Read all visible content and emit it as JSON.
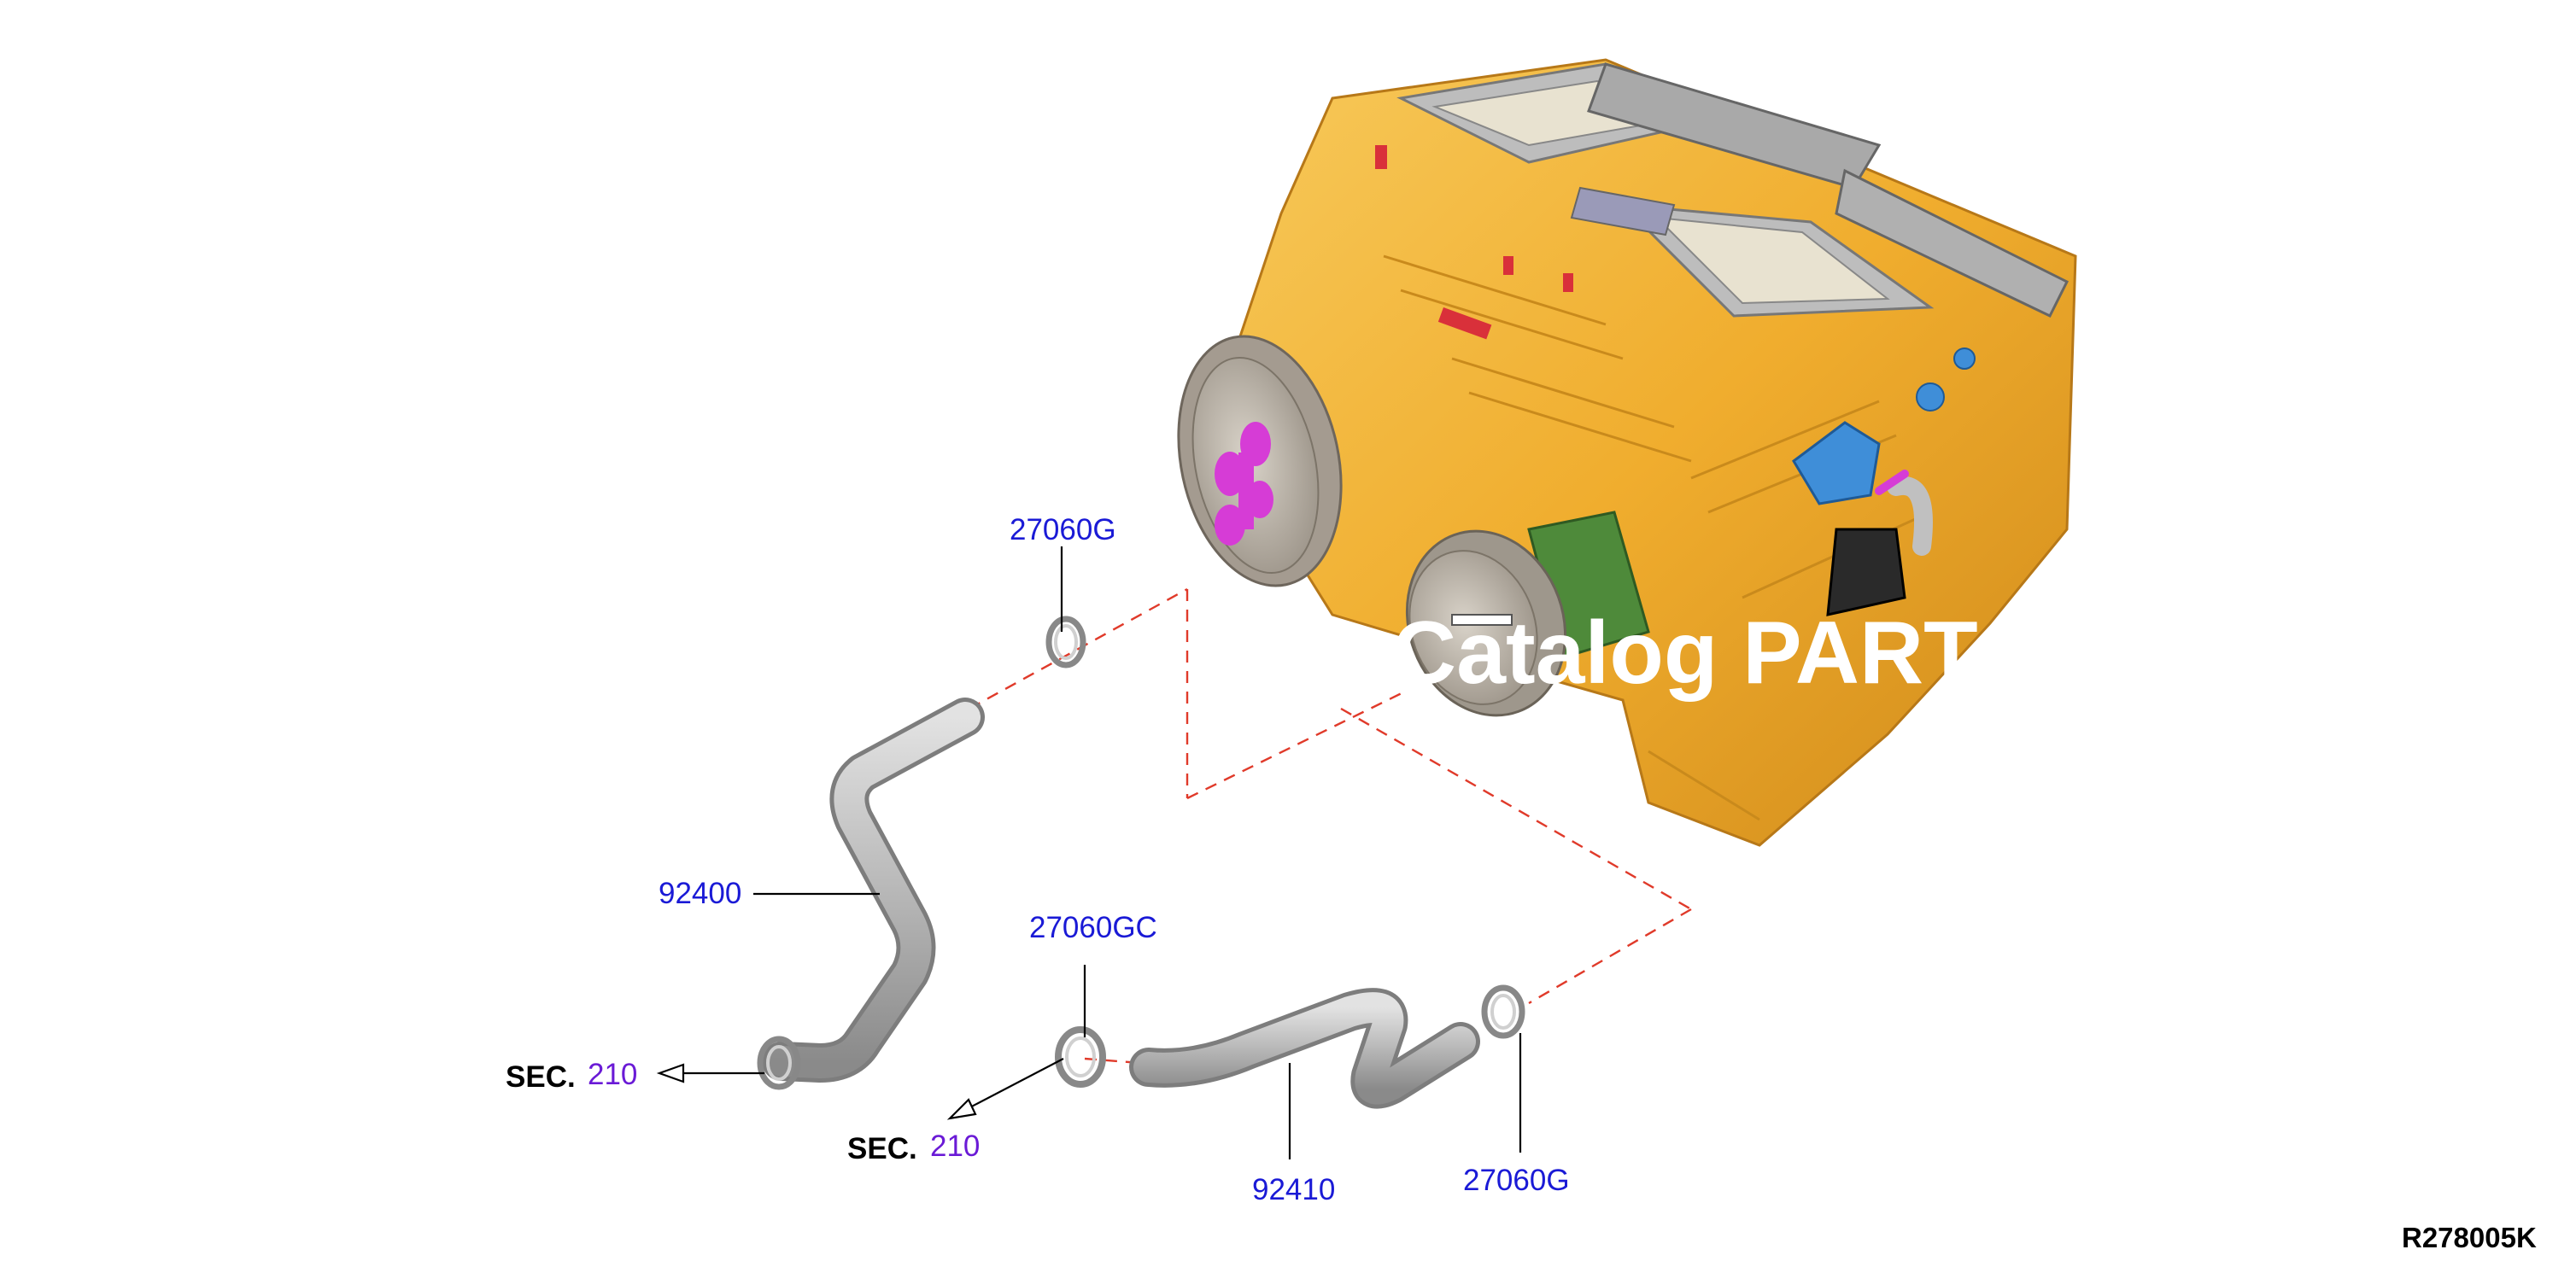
{
  "diagram": {
    "callouts": {
      "clamp_upper": "27060G",
      "hose_inlet": "92400",
      "clamp_lower": "27060GC",
      "hose_outlet": "92410",
      "clamp_right": "27060G"
    },
    "section_refs": [
      {
        "prefix": "SEC.",
        "number": "210"
      },
      {
        "prefix": "SEC.",
        "number": "210"
      }
    ],
    "reference_code": "R278005K",
    "watermark_text": "Catalog PART",
    "colors": {
      "callout_text": "#1a1ad6",
      "section_number": "#6a1ad6",
      "housing": "#f2b233",
      "hose": "#b8b8b8",
      "dashed_line": "#e03a2a",
      "motor_magenta": "#d63cd6",
      "valve_blue": "#3f8ed8"
    },
    "icons": [
      "hvac-unit-assembly",
      "hose-clamp",
      "arrow-head"
    ]
  }
}
